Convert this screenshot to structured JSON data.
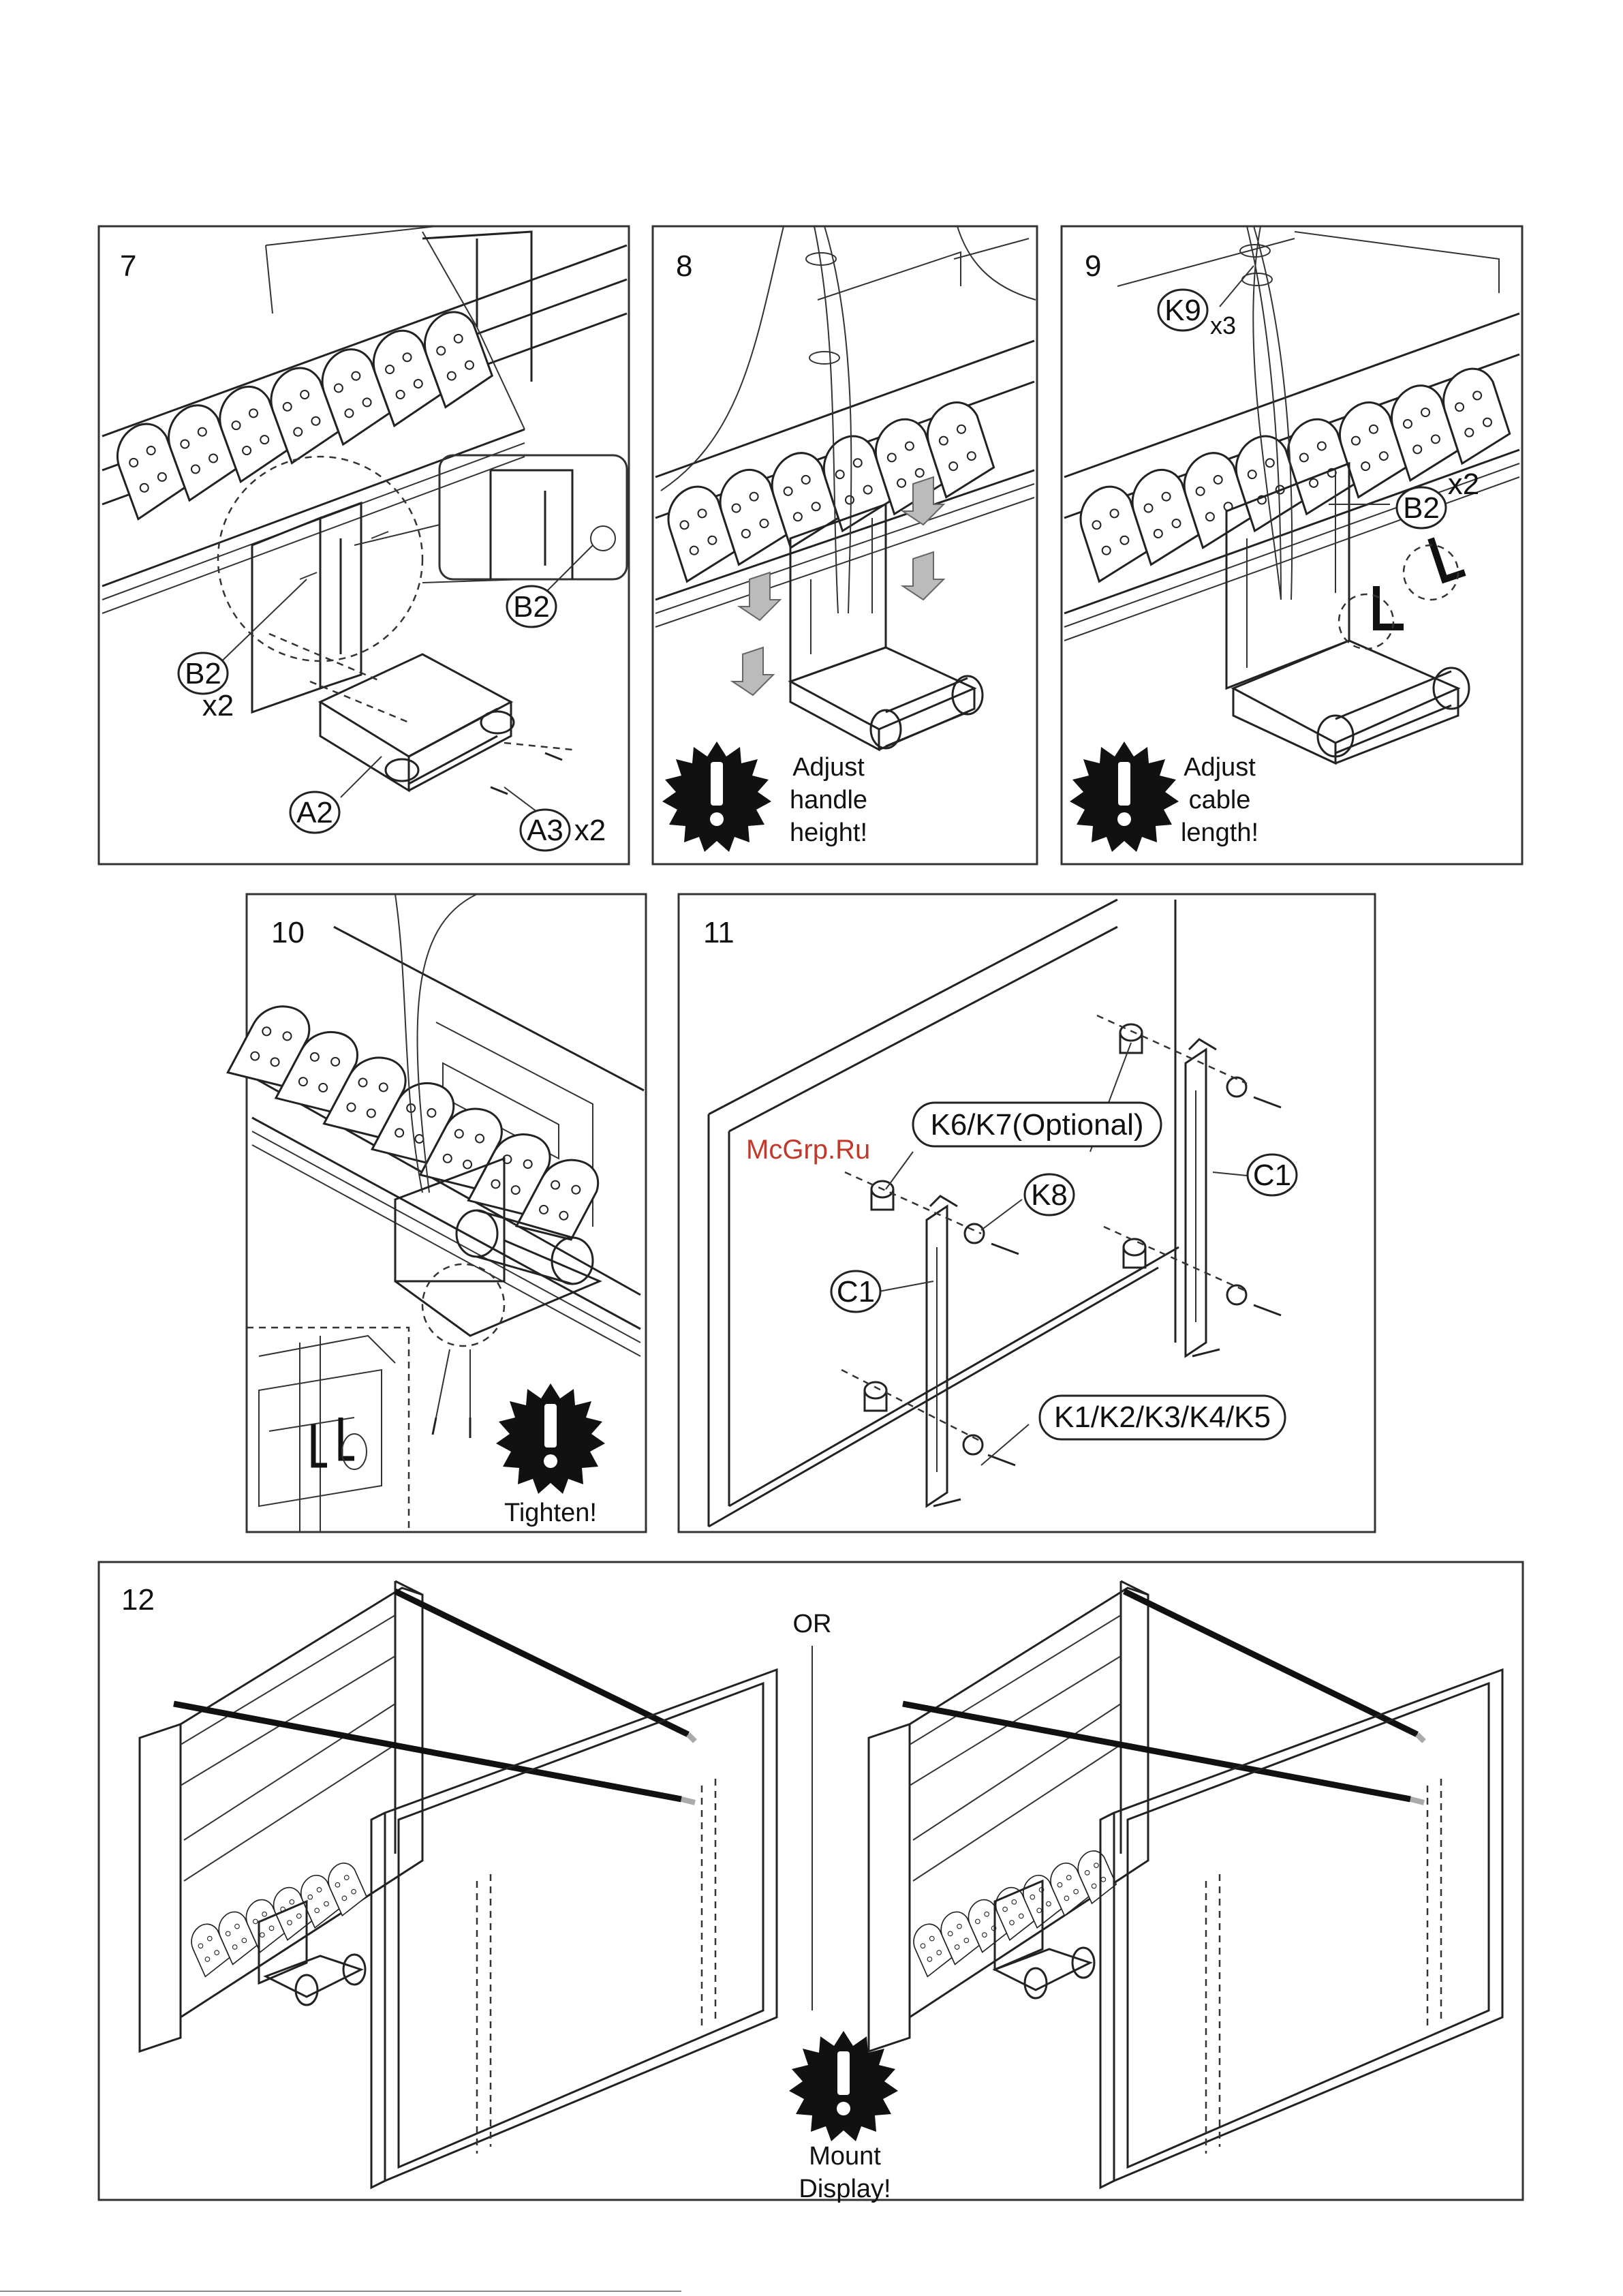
{
  "watermark": "McGrp.Ru",
  "panels": [
    {
      "number": "7",
      "labels": [
        "B2",
        "B2",
        "x2",
        "A2",
        "A3",
        "x2"
      ]
    },
    {
      "number": "8",
      "note": [
        "Adjust",
        "handle",
        "height!"
      ]
    },
    {
      "number": "9",
      "labels": [
        "K9",
        "x3",
        "B2",
        "x2"
      ],
      "note": [
        "Adjust",
        "cable",
        "length!"
      ]
    },
    {
      "number": "10",
      "note": [
        "Tighten!"
      ]
    },
    {
      "number": "11",
      "labels": [
        "K6/K7(Optional)",
        "K8",
        "C1",
        "C1",
        "K1/K2/K3/K4/K5"
      ]
    },
    {
      "number": "12",
      "or_label": "OR",
      "note": [
        "Mount",
        "Display!"
      ]
    }
  ]
}
